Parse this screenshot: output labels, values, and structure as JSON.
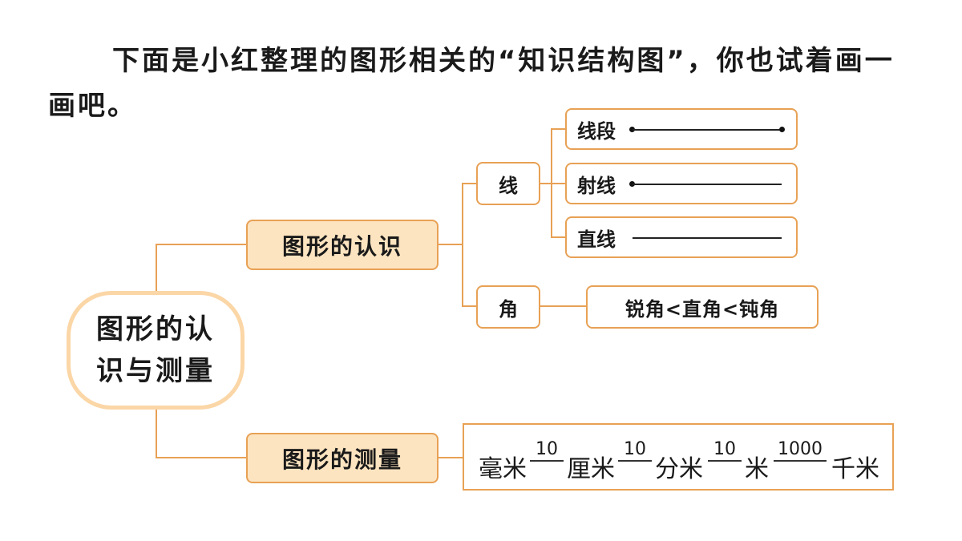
{
  "intro": "下面是小红整理的图形相关的“知识结构图”，你也试着画一画吧。",
  "root": "图形的认识与测量",
  "branch_recognition": "图形的认识",
  "branch_measurement": "图形的测量",
  "line_node": "线",
  "angle_node": "角",
  "line_types": [
    "线段",
    "射线",
    "直线"
  ],
  "angle_order": "锐角<直角<钝角",
  "units": [
    "毫米",
    "厘米",
    "分米",
    "米",
    "千米"
  ],
  "ratios": [
    "10",
    "10",
    "10",
    "1000"
  ],
  "colors": {
    "border": "#e8a155",
    "fill": "#fde4c0",
    "root_border": "#fbd6a6"
  }
}
